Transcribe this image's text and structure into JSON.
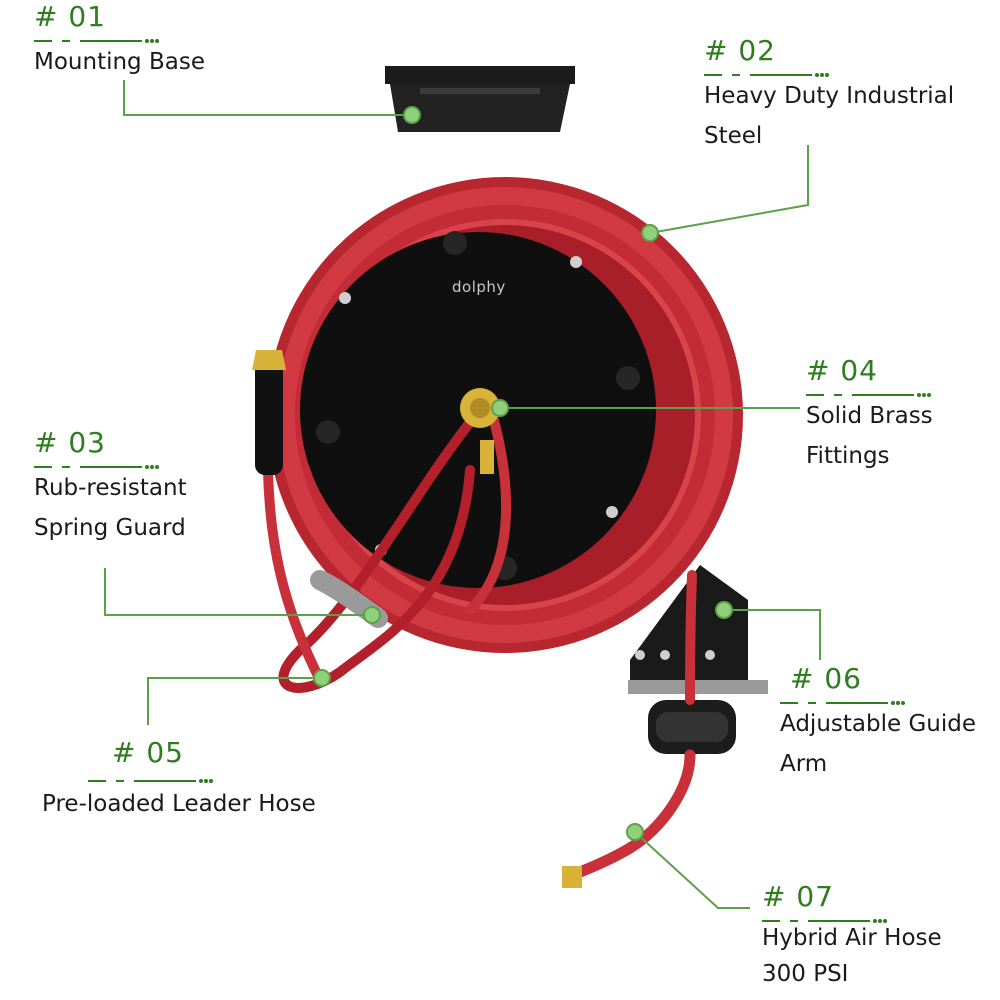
{
  "brand": {
    "watermark": "dolphy"
  },
  "colors": {
    "accent": "#2f7d1e",
    "leader_line": "#5da04a",
    "reel_red": "#c8303a",
    "reel_face": "#111111",
    "brass": "#d9b23a"
  },
  "callouts": [
    {
      "id": "01",
      "number": "# 01",
      "lines": [
        "Mounting Base"
      ]
    },
    {
      "id": "02",
      "number": "# 02",
      "lines": [
        "Heavy Duty Industrial",
        "Steel"
      ]
    },
    {
      "id": "03",
      "number": "# 03",
      "lines": [
        "Rub-resistant",
        "Spring Guard"
      ]
    },
    {
      "id": "04",
      "number": "# 04",
      "lines": [
        "Solid Brass",
        "Fittings"
      ]
    },
    {
      "id": "05",
      "number": "# 05",
      "lines": [
        "Pre-loaded Leader Hose"
      ]
    },
    {
      "id": "06",
      "number": "# 06",
      "lines": [
        "Adjustable Guide",
        "Arm"
      ]
    },
    {
      "id": "07",
      "number": "# 07",
      "lines": [
        "Hybrid Air Hose",
        "300 PSI"
      ]
    }
  ]
}
